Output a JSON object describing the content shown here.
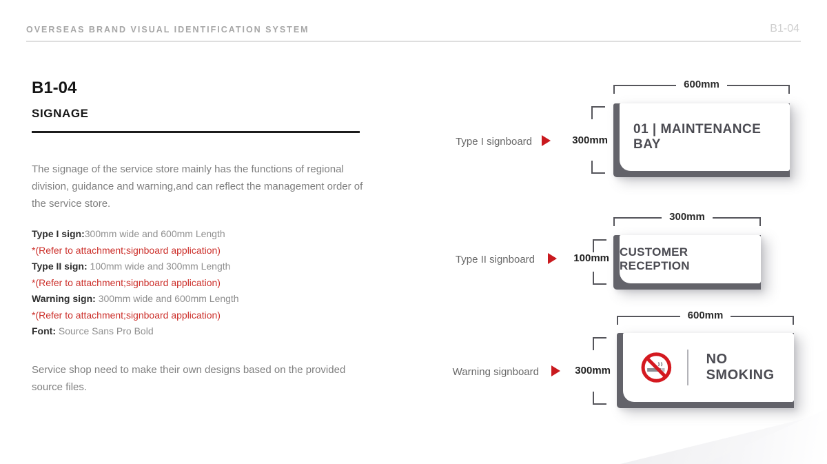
{
  "header": {
    "title": "OVERSEAS BRAND VISUAL IDENTIFICATION SYSTEM",
    "page_code": "B1-04"
  },
  "left": {
    "section_code": "B1-04",
    "section_title": "SIGNAGE",
    "intro": "The signage of the service store mainly has the functions of regional division, guidance and warning,and can reflect the management order of the service store.",
    "specs": [
      {
        "label": "Type I sign:",
        "value": "300mm wide and 600mm Length",
        "note": "*(Refer to attachment;signboard application)"
      },
      {
        "label": "Type II sign:",
        "value": " 100mm wide and 300mm Length",
        "note": "*(Refer to attachment;signboard application)"
      },
      {
        "label": "Warning sign:",
        "value": " 300mm wide and 600mm Length",
        "note": "*(Refer to attachment;signboard application)"
      },
      {
        "label": "Font:",
        "value": " Source Sans Pro Bold",
        "note": ""
      }
    ],
    "footer_note": "Service shop need to make their own designs based on the provided source files."
  },
  "signs": [
    {
      "label": "Type I signboard",
      "width_dim": "600mm",
      "height_dim": "300mm",
      "text": "01 | MAINTENANCE BAY"
    },
    {
      "label": "Type II signboard",
      "width_dim": "300mm",
      "height_dim": "100mm",
      "text": "CUSTOMER RECEPTION"
    },
    {
      "label": "Warning signboard",
      "width_dim": "600mm",
      "height_dim": "300mm",
      "text": "NO SMOKING",
      "icon": "no-smoking-icon"
    }
  ],
  "colors": {
    "accent_red": "#c9191e",
    "note_red": "#cc2f2a",
    "sign_frame_gray": "#63636a",
    "sign_text_gray": "#4b4b52"
  }
}
